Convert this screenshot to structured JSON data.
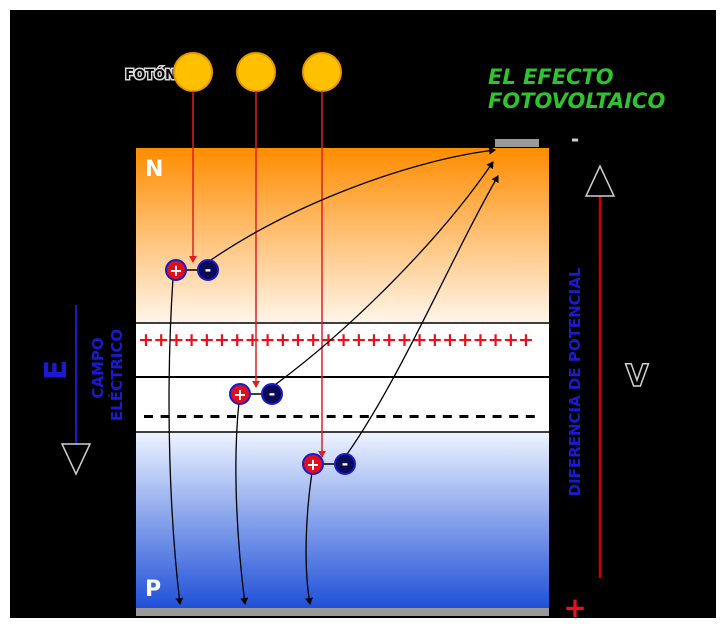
{
  "labels": {
    "photon": "FOTÓN",
    "title_line1": "EL EFECTO",
    "title_line2": "FOTOVOLTAICO",
    "n_region": "N",
    "p_region": "P",
    "field_symbol": "E",
    "field_line1": "CAMPO",
    "field_line2": "ELÉCTRICO",
    "potential_label": "DIFERENCIA DE POTENCIAL",
    "voltage_symbol": "V",
    "terminal_negative": "-",
    "terminal_positive": "+",
    "pair_positive": "+",
    "pair_negative": "-"
  },
  "colors": {
    "background": "#000000",
    "photon": "#FFC000",
    "photon_edge": "#E89A00",
    "title": "#2EC42E",
    "n_top": "#FF8C00",
    "p_bottom": "#1E4FD8",
    "junction_plus": "#E8101A",
    "electric_field": "#1A1AD0",
    "potential_arrow": "#CC0000",
    "photon_path": "#E02020",
    "carrier_path": "#000000",
    "contact": "#9A9A9A",
    "hole": "#E0101A",
    "electron": "#0A0A55"
  }
}
